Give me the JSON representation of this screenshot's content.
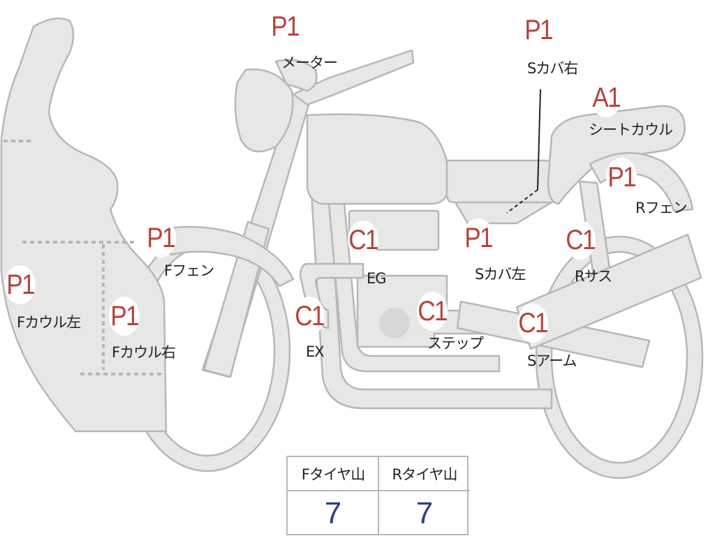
{
  "parts": [
    {
      "id": "meter",
      "grade": "P1",
      "label": "メーター"
    },
    {
      "id": "side-cover-right",
      "grade": "P1",
      "label": "Sカバ右"
    },
    {
      "id": "seat-cowl",
      "grade": "A1",
      "label": "シートカウル"
    },
    {
      "id": "rear-fender",
      "grade": "P1",
      "label": "Rフェン"
    },
    {
      "id": "front-fender",
      "grade": "P1",
      "label": "Fフェン"
    },
    {
      "id": "engine",
      "grade": "C1",
      "label": "EG"
    },
    {
      "id": "side-cover-left",
      "grade": "P1",
      "label": "Sカバ左"
    },
    {
      "id": "rear-suspension",
      "grade": "C1",
      "label": "Rサス"
    },
    {
      "id": "front-cowl-left",
      "grade": "P1",
      "label": "Fカウル左"
    },
    {
      "id": "front-cowl-right",
      "grade": "P1",
      "label": "Fカウル右"
    },
    {
      "id": "exhaust",
      "grade": "C1",
      "label": "EX"
    },
    {
      "id": "step",
      "grade": "C1",
      "label": "ステップ"
    },
    {
      "id": "swing-arm",
      "grade": "C1",
      "label": "Sアーム"
    }
  ],
  "tire_table": {
    "front_header": "Fタイヤ山",
    "rear_header": "Rタイヤ山",
    "front_value": "7",
    "rear_value": "7"
  },
  "colors": {
    "body_fill": "#e7e7e5",
    "body_stroke": "#b5b7bb",
    "grade_text": "#b7433c",
    "tire_value_text": "#2e3f8f",
    "dotted_line": "#b5b7bb"
  }
}
